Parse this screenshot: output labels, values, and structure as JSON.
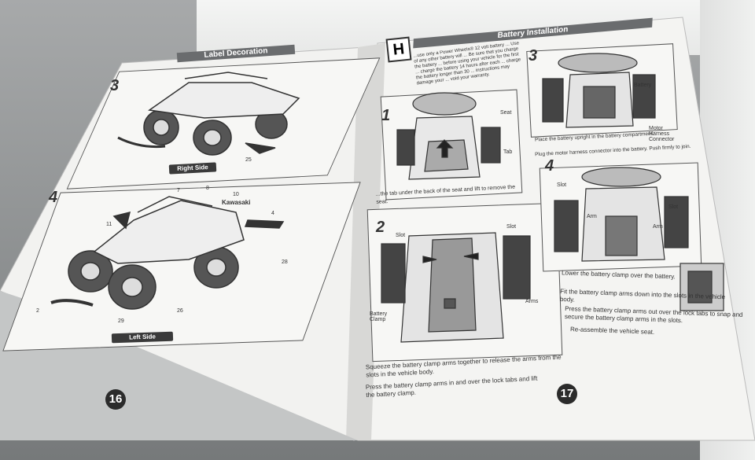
{
  "left_page": {
    "header": "Label Decoration",
    "panel3_step": "3",
    "panel3_caption": "Right Side",
    "panel4_step": "4",
    "panel4_caption": "Left Side",
    "labels": {
      "kawasaki": "Kawasaki",
      "n10": "10",
      "n8": "8",
      "n7": "7",
      "n11": "11",
      "n4": "4",
      "n2": "2",
      "n29": "29",
      "n26": "26",
      "n28": "28",
      "n25": "25"
    },
    "page_number": "16"
  },
  "right_page": {
    "header": "Battery Installation",
    "section_letter": "H",
    "intro_text": "...use only a Power Wheels® 12 volt battery ... Use of any other battery will ... Be sure that you charge the battery ... before using your vehicle for the first ... charge the battery 14 hours after each ... charge the battery longer than 30 ... instructions may damage your ... void your warranty.",
    "step1": "1",
    "step1_labels": {
      "seat": "Seat",
      "tab": "Tab"
    },
    "step1_text": "...the tab under the back of the seat and lift to remove the seat.",
    "step2": "2",
    "step2_labels": {
      "slot": "Slot",
      "slot2": "Slot",
      "arms": "Arms",
      "clamp": "Battery Clamp"
    },
    "step2_bullets": [
      "Squeeze the battery clamp arms together to release the arms from the slots in the vehicle body.",
      "Press the battery clamp arms in and over the lock tabs and lift the battery clamp."
    ],
    "step3": "3",
    "step3_labels": {
      "battery": "Battery",
      "motor": "Motor Harness Connector"
    },
    "step3_bullets": [
      "Place the battery upright in the battery compartment.",
      "Plug the motor harness connector into the battery. Push firmly to join."
    ],
    "step4": "4",
    "step4_labels": {
      "slot": "Slot",
      "slot2": "Slot",
      "arm": "Arm",
      "arm2": "Arm"
    },
    "step4_bullets": [
      "Lower the battery clamp over the battery.",
      "Fit the battery clamp arms down into the slots in the vehicle body.",
      "Press the battery clamp arms out over the lock tabs to snap and secure the battery clamp arms in the slots.",
      "Re-assemble the vehicle seat."
    ],
    "page_number": "17"
  },
  "colors": {
    "paper": "#f3f3f1",
    "ink": "#333333",
    "header": "#6a6c6e",
    "background": "#8f9293"
  }
}
